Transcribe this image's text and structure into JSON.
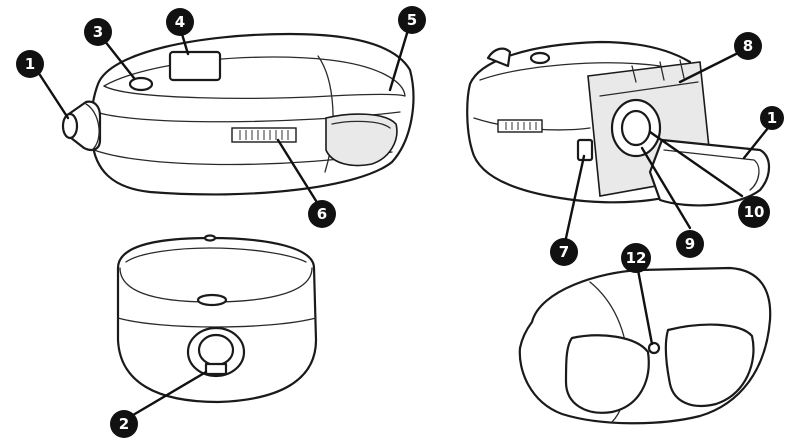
{
  "callouts": {
    "c1a": "1",
    "c1b": "1",
    "c2": "2",
    "c3": "3",
    "c4": "4",
    "c5": "5",
    "c6": "6",
    "c7": "7",
    "c8": "8",
    "c9": "9",
    "c10": "10",
    "c12": "12"
  },
  "colors": {
    "outline": "#1a1a1a",
    "badge": "#111111",
    "badge_text": "#ffffff",
    "background": "#ffffff"
  }
}
